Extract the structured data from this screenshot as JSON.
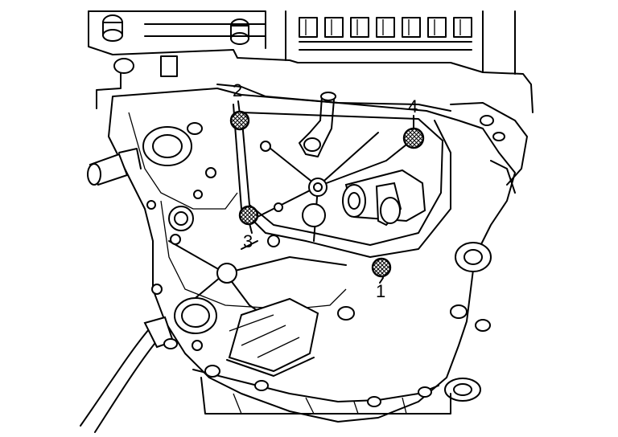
{
  "callouts": [
    {
      "id": "1",
      "label": "1"
    },
    {
      "id": "2",
      "label": "2"
    },
    {
      "id": "3",
      "label": "3"
    },
    {
      "id": "4",
      "label": "4"
    }
  ],
  "colors": {
    "line": "#000000",
    "background": "#ffffff",
    "bolt_fill": "#bdbdbd"
  }
}
